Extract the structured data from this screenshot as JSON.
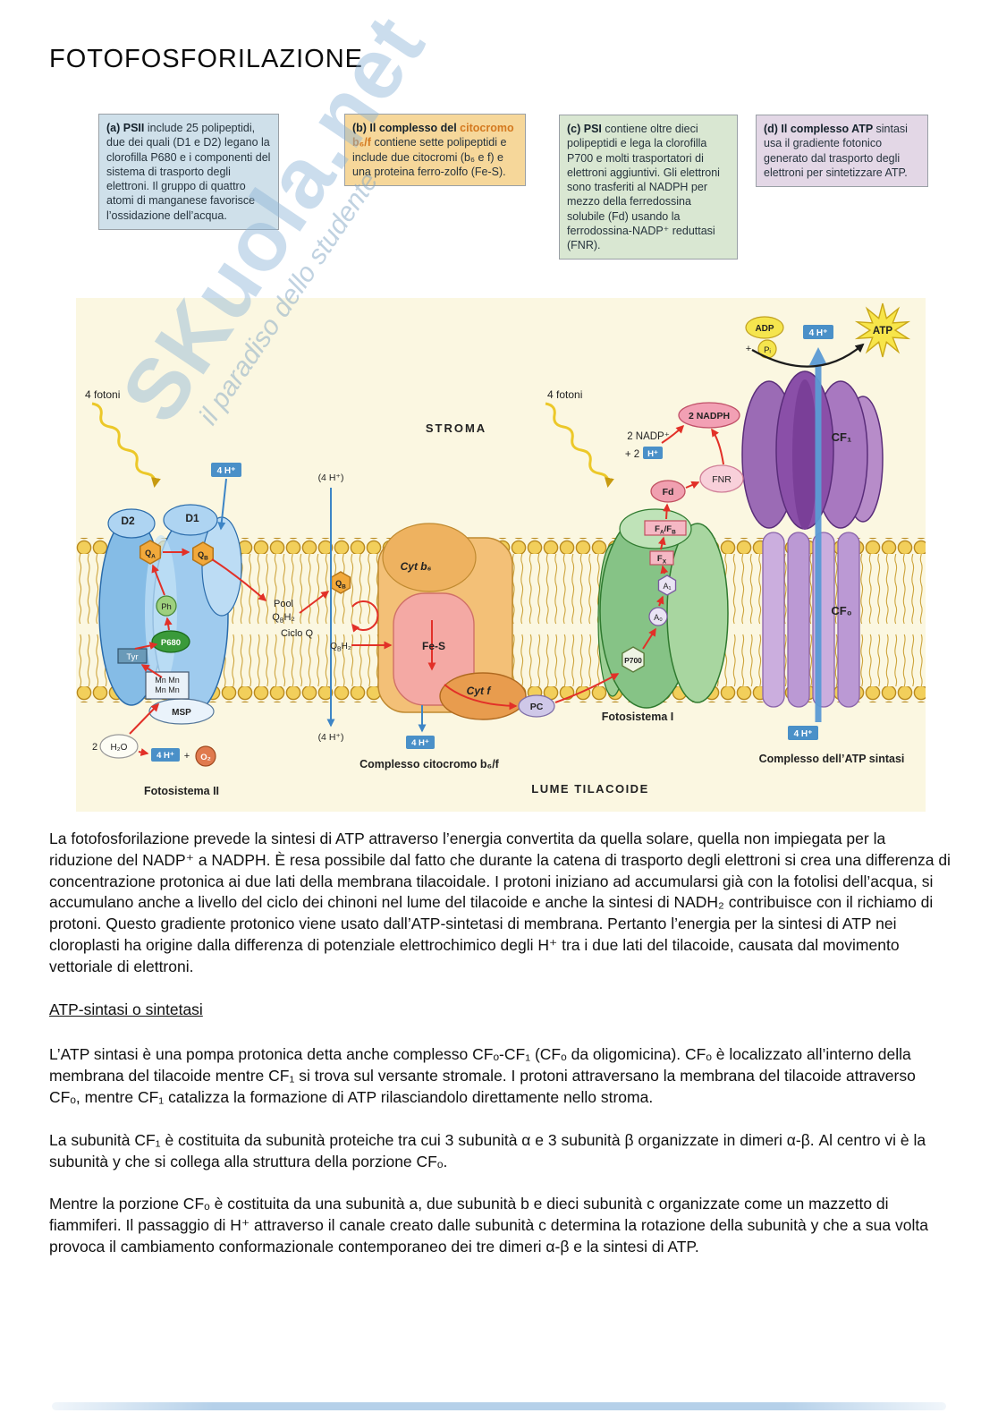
{
  "page": {
    "title": "FOTOFOSFORILAZIONE"
  },
  "watermark": {
    "brand": "SKuola.net",
    "tagline": "il paradiso dello studente"
  },
  "captions": [
    {
      "lead": "(a) PSII",
      "lead2": "",
      "rest": "include 25 polipeptidi, due dei quali (D1 e D2) legano la clorofilla P680 e i componenti del sistema di trasporto degli elettroni. Il gruppo di quattro atomi di manganese favorisce l’ossidazione dell’acqua."
    },
    {
      "lead": "(b) Il complesso del",
      "lead2": "citocromo b₆/f",
      "rest": "contiene sette polipeptidi e include due citocromi (b₆ e f) e una proteina ferro-zolfo (Fe-S)."
    },
    {
      "lead": "(c) PSI",
      "lead2": "",
      "rest": "contiene oltre dieci polipeptidi e lega la clorofilla P700 e molti trasportatori di elettroni aggiuntivi. Gli elettroni sono trasferiti al NADPH per mezzo della ferredossina solubile (Fd) usando la ferrodossina-NADP⁺ reduttasi (FNR)."
    },
    {
      "lead": "(d) Il complesso ATP",
      "lead2": "",
      "rest": "sintasi usa il gradiente fotonico generato dal trasporto degli elettroni per sintetizzare ATP."
    }
  ],
  "diagram": {
    "stroma": "STROMA",
    "lume": "LUME TILACOIDE",
    "photons_left": "4 fotoni",
    "photons_right": "4 fotoni",
    "ps2": {
      "d2": "D2",
      "d1": "D1",
      "q": "Q",
      "qa_sub": "A",
      "qb_sub": "B",
      "ph": "Ph",
      "p680": "P680",
      "tyr": "Tyr",
      "mn_row1": "Mn Mn",
      "mn_row2": "Mn Mn",
      "msp": "MSP",
      "label": "Fotosistema II"
    },
    "water": {
      "coef": "2",
      "molecule": "H₂O",
      "h4": "4 H⁺",
      "plus": "+",
      "o2": "O₂"
    },
    "protons": {
      "top_left": "4 H⁺",
      "paren_top": "(4 H⁺)",
      "paren_bottom": "(4 H⁺)",
      "cyt_bottom": "4 H⁺",
      "atp_bottom": "4 H⁺",
      "atp_top": "4 H⁺"
    },
    "quinone": {
      "pool": "Pool",
      "q": "Q",
      "b_sub": "B",
      "h2": "H₂",
      "ciclo": "Ciclo Q"
    },
    "cyt": {
      "cytb6": "Cyt b₆",
      "fes": "Fe-S",
      "cytf": "Cyt f",
      "pc": "PC",
      "label": "Complesso citocromo b₆/f"
    },
    "ps1": {
      "f": "F",
      "a_sub": "A",
      "slash_f": "/F",
      "b_sub": "B",
      "fx_sub": "X",
      "a1": "A₁",
      "a0": "A₀",
      "p700": "P700",
      "label": "Fotosistema I"
    },
    "nadp": {
      "nadp2": "2 NADP⁺",
      "plus2": "+ 2",
      "hplus": "H⁺",
      "nadph": "2 NADPH",
      "fd": "Fd",
      "fnr": "FNR"
    },
    "atp": {
      "adp": "ADP",
      "plus": "+",
      "pi": "Pᵢ",
      "atp": "ATP",
      "cf1": "CF₁",
      "cf0": "CF₀",
      "label": "Complesso dell’ATP sintasi"
    }
  },
  "body": {
    "p1": "La fotofosforilazione prevede la sintesi di ATP attraverso l’energia convertita da quella solare, quella non impiegata per la riduzione del NADP⁺ a NADPH. È resa possibile dal fatto che durante la catena di trasporto degli elettroni si crea una differenza di concentrazione protonica ai due lati della membrana tilacoidale. I protoni iniziano ad accumularsi già con la fotolisi dell’acqua, si accumulano anche a livello del ciclo dei chinoni nel lume del tilacoide e anche la sintesi di NADH₂ contribuisce con il richiamo di protoni. Questo gradiente protonico viene usato dall’ATP-sintetasi di membrana. Pertanto l’energia per la sintesi di ATP nei cloroplasti ha origine dalla differenza di potenziale elettrochimico degli H⁺ tra i due lati del tilacoide, causata dal movimento vettoriale di elettroni.",
    "heading": "ATP-sintasi o sintetasi",
    "p2": "L’ATP sintasi è una pompa protonica detta anche complesso CFₒ-CF₁ (CFₒ da oligomicina). CFₒ è localizzato all’interno della membrana del tilacoide mentre CF₁ si trova sul versante stromale. I protoni attraversano la membrana del tilacoide attraverso CFₒ, mentre CF₁ catalizza la formazione di ATP rilasciandolo direttamente nello stroma.",
    "p3": "La subunità CF₁ è costituita da subunità proteiche tra cui 3 subunità α e 3 subunità β organizzate in dimeri α-β. Al centro vi è la subunità y che si collega alla struttura della porzione CFₒ.",
    "p4": "Mentre la porzione CFₒ è costituita da una subunità a, due subunità b e dieci subunità c organizzate come un mazzetto di fiammiferi. Il passaggio di H⁺ attraverso il canale creato dalle subunità c determina la rotazione della subunità y che a sua volta provoca il cambiamento conformazionale contemporaneo dei tre dimeri α-β e la sintesi di ATP."
  }
}
